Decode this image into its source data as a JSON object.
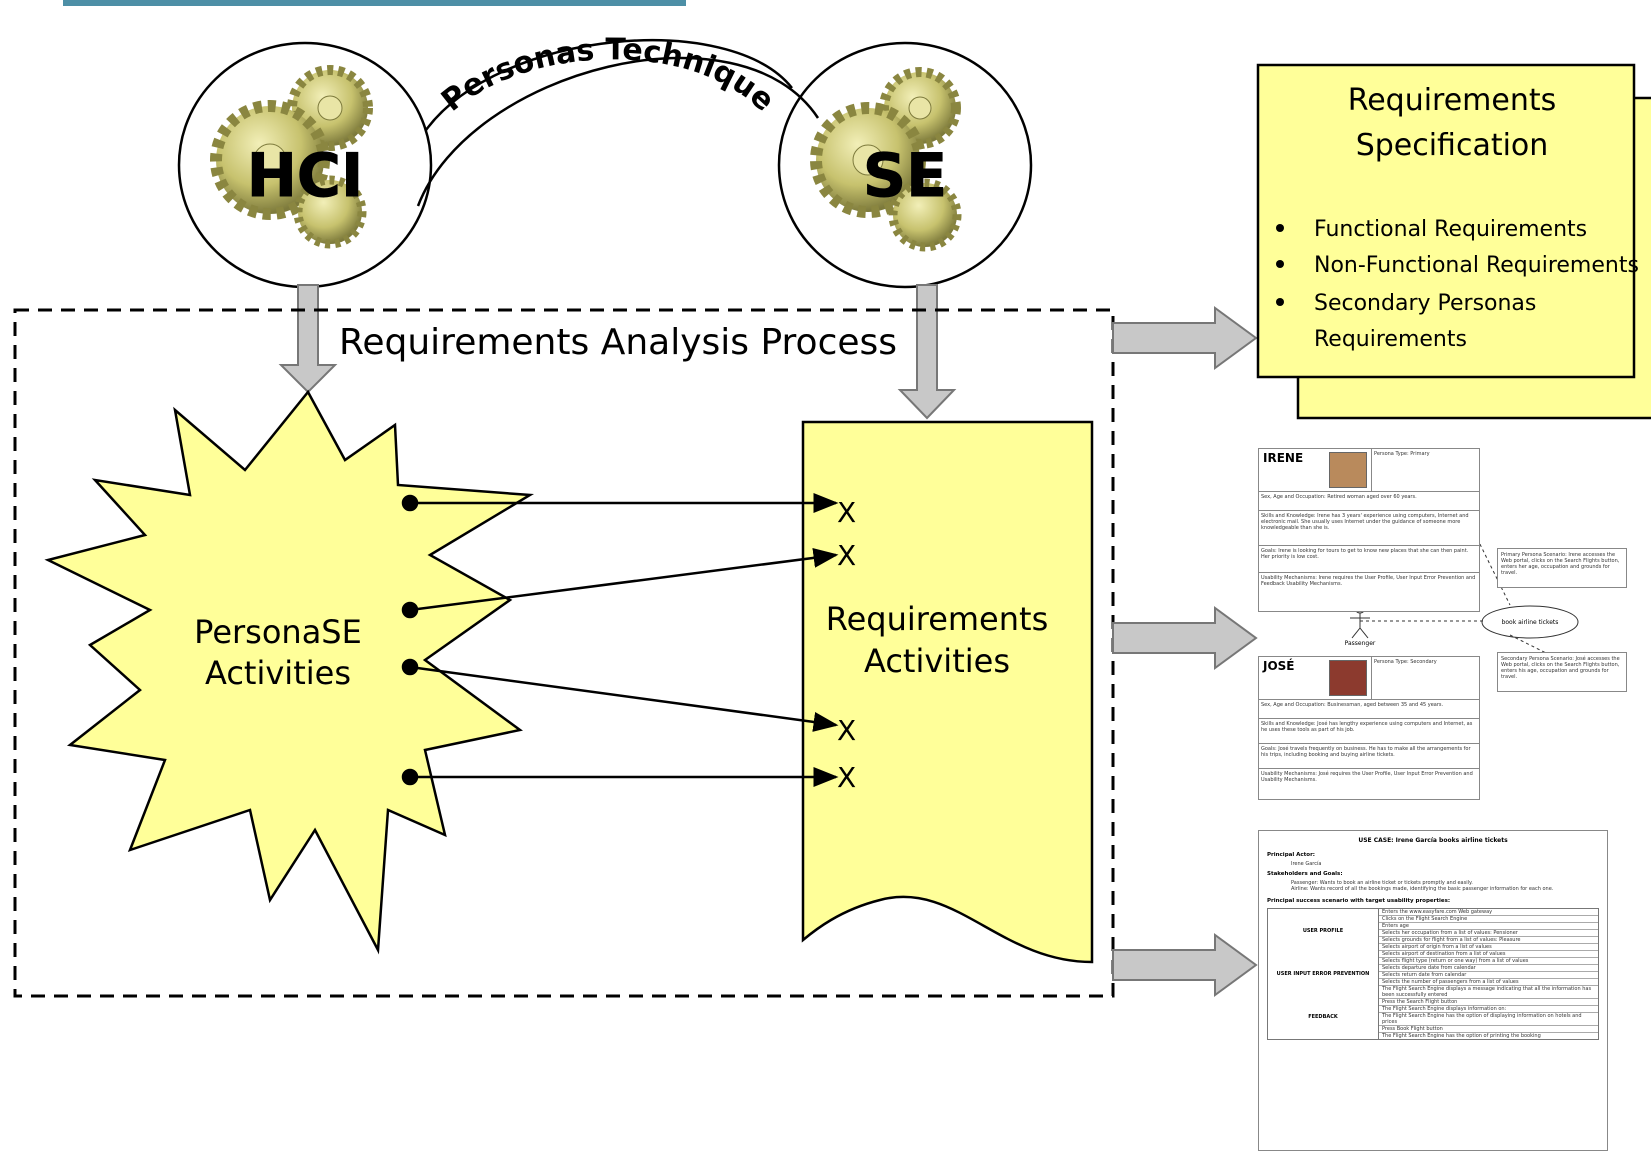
{
  "hci_label": "HCI",
  "se_label": "SE",
  "arc_label": "Personas Technique",
  "process_label": "Requirements Analysis Process",
  "personase_label": [
    "PersonaSE",
    "Activities"
  ],
  "requirements_label": [
    "Requirements",
    "Activities"
  ],
  "connector_mark": "X",
  "spec": {
    "title": [
      "Requirements",
      "Specification"
    ],
    "items": [
      [
        "Functional Requirements"
      ],
      [
        "Non-Functional Requirements"
      ],
      [
        "Secondary Personas",
        "Requirements"
      ]
    ]
  },
  "personas": [
    {
      "name": "IRENE",
      "type": "Persona Type: Primary",
      "rows": [
        "Sex, Age and Occupation: Retired woman aged over 60 years.",
        "Skills and Knowledge: Irene has 3 years' experience using computers, Internet and electronic mail. She usually uses Internet under the guidance of someone more knowledgeable than she is.",
        "Goals: Irene is looking for tours to get to know new places that she can then paint. Her priority is low cost.",
        "Usability Mechanisms: Irene requires the User Profile, User Input Error Prevention and Feedback Usability Mechanisms."
      ]
    },
    {
      "name": "JOSÉ",
      "type": "Persona Type: Secondary",
      "rows": [
        "Sex, Age and Occupation: Businessman, aged between 35 and 45 years.",
        "Skills and Knowledge: José has lengthy experience using computers and Internet, as he uses these tools as part of his job.",
        "Goals: José travels frequently on business. He has to make all the arrangements for his trips, including booking and buying airline tickets.",
        "Usability Mechanisms: José requires the User Profile, User Input Error Prevention and Usability Mechanisms."
      ]
    }
  ],
  "persona_actor": "Passenger",
  "persona_usecase": "book airline tickets",
  "persona_notes": [
    "Primary Persona Scenario: Irene accesses the Web portal, clicks on the Search Flights button, enters her age, occupation and grounds for travel.",
    "Secondary Persona Scenario: José accesses the Web portal, clicks on the Search Flights button, enters his age, occupation and grounds for travel."
  ],
  "usecase": {
    "title": "USE CASE: Irene García books airline tickets",
    "actor_label": "Principal Actor:",
    "actor": "Irene García",
    "stake_label": "Stakeholders and Goals:",
    "stake_items": [
      "Passenger: Wants to book an airline ticket or tickets promptly and easily.",
      "Airline: Wants record of all the bookings made, identifying the basic passenger information for each one."
    ],
    "scenario_label": "Principal success scenario with target usability properties:",
    "groups": [
      "USER PROFILE",
      "USER INPUT ERROR PREVENTION",
      "FEEDBACK"
    ],
    "steps": [
      "Enters the www.easyfare.com Web gateway",
      "Clicks on the Flight Search Engine",
      "Enters age",
      "Selects her occupation from a list of values: Pensioner",
      "Selects grounds for flight from a list of values: Pleasure",
      "Selects airport of origin from a list of values",
      "Selects airport of destination from a list of values",
      "Selects flight type (return or one way) from a list of values",
      "Selects departure date from calendar",
      "Selects return date from calendar",
      "Selects the number of passengers from a list of values",
      "The Flight Search Engine displays a message indicating that all the information has been successfully entered",
      "Press the Search Flight button",
      "The Flight Search Engine displays information on:",
      "The Flight Search Engine has the option of displaying information on hotels and prices",
      "Press Book Flight button",
      "The Flight Search Engine has the option of printing the booking"
    ]
  }
}
